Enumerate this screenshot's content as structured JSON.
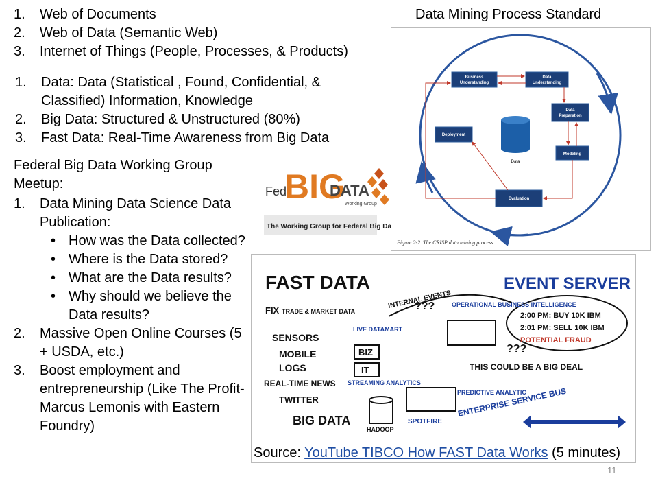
{
  "list_web": [
    {
      "num": "1.",
      "text": "Web of Documents"
    },
    {
      "num": "2.",
      "text": "Web of Data (Semantic Web)"
    },
    {
      "num": "3.",
      "text": "Internet of Things (People, Processes, & Products)"
    }
  ],
  "list_data": [
    {
      "num": "1.",
      "text": "Data: Data (Statistical , Found, Confidential, & Classified) Information, Knowledge"
    },
    {
      "num": "2.",
      "text": "Big Data: Structured & Unstructured (80%)"
    },
    {
      "num": "3.",
      "text": "Fast Data: Real-Time Awareness from Big Data"
    }
  ],
  "federal": {
    "heading": "Federal Big Data Working Group Meetup:",
    "items": [
      {
        "num": "1.",
        "text": "Data Mining Data Science Data Publication:"
      },
      {
        "num": "2.",
        "text": "Massive Open Online Courses (5 + USDA, etc.)"
      },
      {
        "num": "3.",
        "text": "Boost employment and entrepreneurship (Like The Profit-Marcus Lemonis with Eastern Foundry)"
      }
    ],
    "bullets": [
      "How was the Data collected?",
      "Where is the Data stored?",
      "What are the Data results?",
      "Why should we believe the Data results?"
    ]
  },
  "crisp": {
    "title": "Data Mining Process Standard",
    "boxes": {
      "business": "Business Understanding",
      "data_und": "Data Understanding",
      "prep": "Data Preparation",
      "modeling": "Modeling",
      "evaluation": "Evaluation",
      "deployment": "Deployment",
      "data": "Data"
    },
    "caption": "Figure 2-2. The CRISP data mining process."
  },
  "logo": {
    "fed": "Fed",
    "big": "BIG",
    "data": "DATA",
    "wg": "Working Group",
    "tagline": "The Working Group for Federal Big Data"
  },
  "fastdata": {
    "title": "FAST DATA",
    "event_server": "EVENT SERVER",
    "internal_events": "INTERNAL EVENTS",
    "trades": [
      "2:00 PM: BUY 10K IBM",
      "2:01 PM: SELL 10K IBM"
    ],
    "potential_fraud": "POTENTIAL FRAUD",
    "op_bi": "OPERATIONAL BUSINESS INTELLIGENCE",
    "live_datamart": "LIVE DATAMART",
    "streaming": "STREAMING ANALYTICS",
    "predictive": "PREDICTIVE ANALYTIC",
    "spotfire": "SPOTFIRE",
    "hadoop": "HADOOP",
    "big_deal": "THIS COULD BE A BIG DEAL",
    "esb": "ENTERPRISE SERVICE BUS",
    "sources": [
      "TRADE & MARKET DATA",
      "SENSORS",
      "MOBILE",
      "LOGS",
      "REAL-TIME NEWS",
      "TWITTER"
    ],
    "big_data": "BIG DATA",
    "fix": "FIX",
    "biz": "BIZ",
    "it": "IT",
    "qqq": "???"
  },
  "source": {
    "prefix": "Source: ",
    "link": "YouTube TIBCO How FAST Data Works",
    "suffix": " (5 minutes)"
  },
  "page_number": "11"
}
